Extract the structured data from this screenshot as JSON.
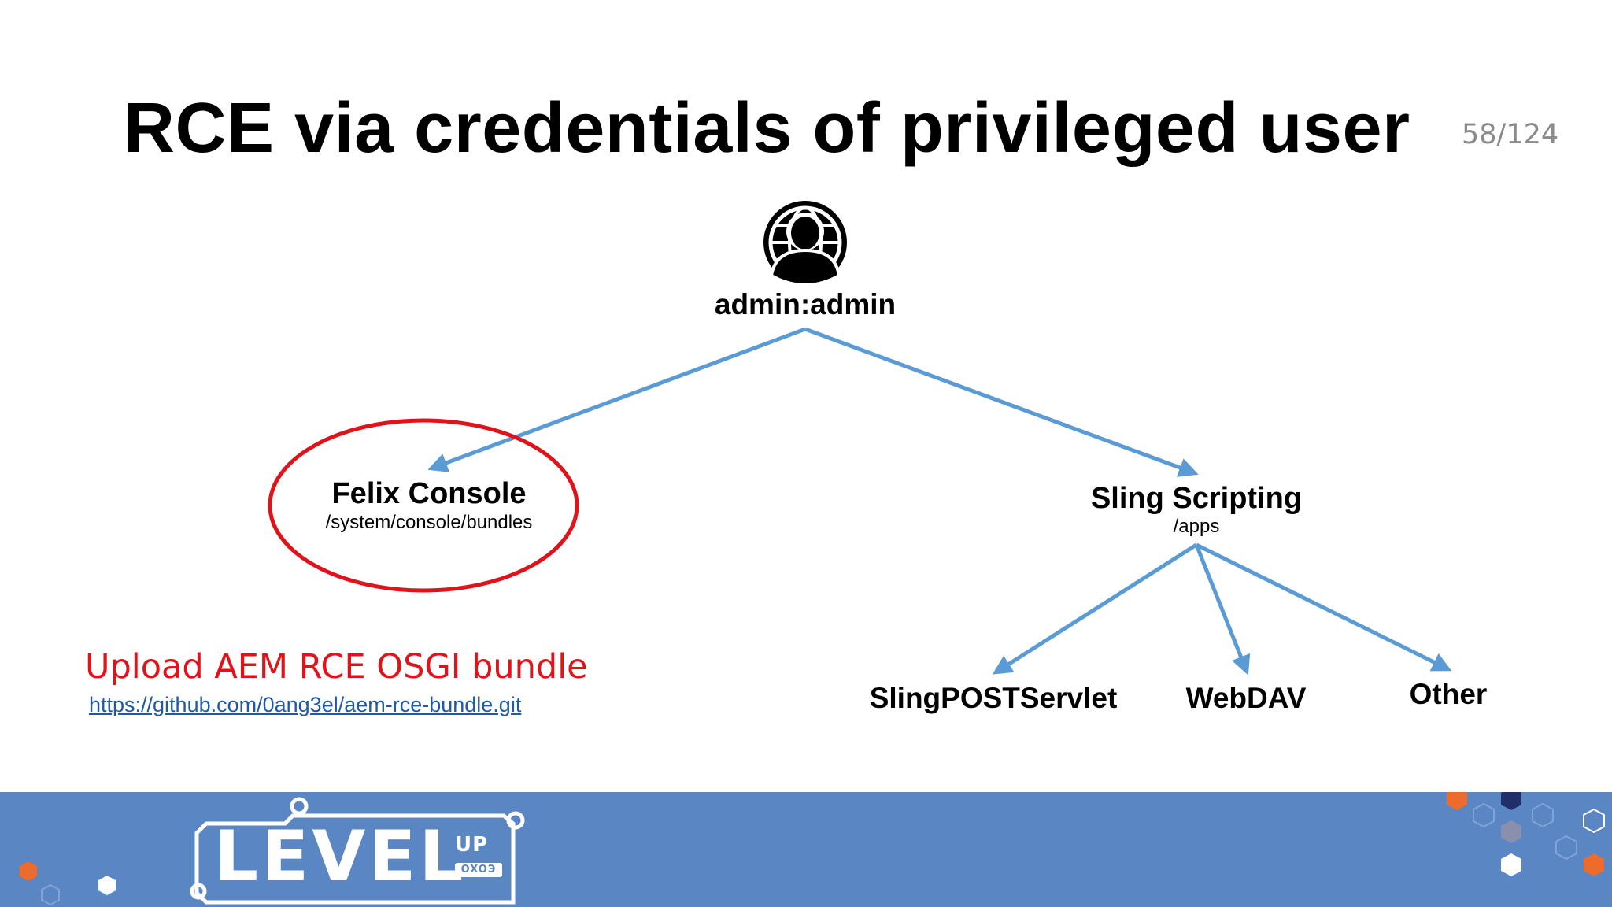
{
  "slide": {
    "title": "RCE via credentials of privileged user",
    "page_counter": "58/124"
  },
  "diagram": {
    "root": {
      "icon": "user-globe-icon",
      "label": "admin:admin"
    },
    "left_branch": {
      "title": "Felix Console",
      "path": "/system/console/bundles",
      "highlighted": true,
      "highlight_color": "#e0121a"
    },
    "right_branch": {
      "title": "Sling Scripting",
      "path": "/apps",
      "children": [
        "SlingPOSTServlet",
        "WebDAV",
        "Other"
      ]
    },
    "connector_color": "#5b9bd5"
  },
  "note": {
    "text": "Upload AEM RCE OSGI bundle",
    "link": "https://github.com/0ang3el/aem-rce-bundle.git"
  },
  "footer": {
    "background": "#5b86c4",
    "logo_text": "LEVEL",
    "logo_up": "UP",
    "logo_sub": "OXOЭ"
  }
}
